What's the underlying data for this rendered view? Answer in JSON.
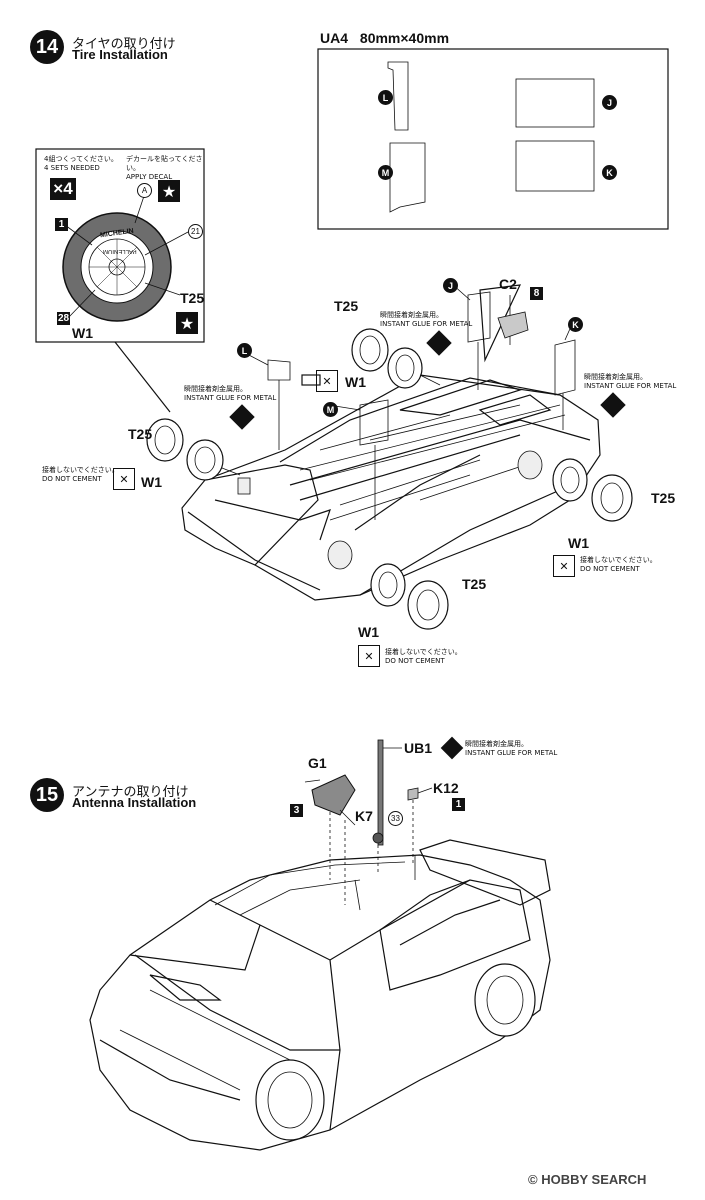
{
  "step14": {
    "number": "14",
    "title_jp": "タイヤの取り付け",
    "title_en": "Tire Installation"
  },
  "decal_sheet": {
    "label": "UA4",
    "size": "80mm×40mm",
    "markers": [
      "L",
      "J",
      "M",
      "K"
    ]
  },
  "tire_callout": {
    "sets_jp": "4組つくってください。",
    "sets_en": "4 SETS NEEDED",
    "multiplier": "×4",
    "decal_jp": "デカールを貼ってください。",
    "decal_en": "APPLY DECAL",
    "decal_marker": "A",
    "part_1": "1",
    "part_21": "21",
    "part_28": "28",
    "t25": "T25",
    "w1": "W1",
    "tire_text_1": "MICHELIN",
    "tire_text_2": "PALLENIUM"
  },
  "glue_jp": "瞬間接着剤金属用。",
  "glue_en": "INSTANT GLUE FOR METAL",
  "no_cement_jp": "接着しないでください。",
  "no_cement_en": "DO NOT CEMENT",
  "parts": {
    "t25": "T25",
    "w1": "W1",
    "c2": "C2",
    "c2_num": "8",
    "marker_j": "J",
    "marker_k": "K",
    "marker_l": "L",
    "marker_m": "M"
  },
  "step15": {
    "number": "15",
    "title_jp": "アンテナの取り付け",
    "title_en": "Antenna Installation",
    "g1": "G1",
    "g1_num": "3",
    "k7": "K7",
    "k7_num": "33",
    "k12": "K12",
    "k12_num": "1",
    "ub1": "UB1"
  },
  "watermark": {
    "brand": "HOBBY SEARCH",
    "copyright": "©"
  }
}
